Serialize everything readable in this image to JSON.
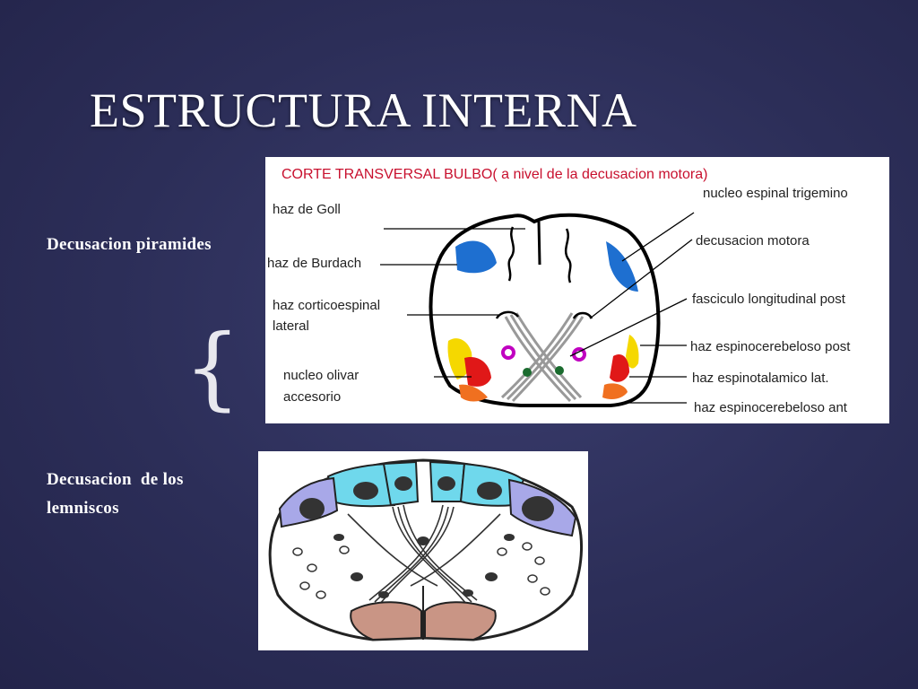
{
  "title": "ESTRUCTURA INTERNA",
  "section1_label": "Decusacion piramides",
  "section2_label_line1": "Decusacion  de los",
  "section2_label_line2": "lemniscos",
  "brace_glyph": "{",
  "diagram1": {
    "heading": "CORTE TRANSVERSAL BULBO( a nivel de la decusacion motora)",
    "left_labels": {
      "goll": "haz de Goll",
      "burdach": "haz de Burdach",
      "corticoespinal_1": "haz corticoespinal",
      "corticoespinal_2": "lateral",
      "olivar_1": "nucleo olivar",
      "olivar_2": "accesorio"
    },
    "right_labels": {
      "trigemino": "nucleo espinal trigemino",
      "decusacion": "decusacion motora",
      "fasciculo": "fasciculo longitudinal post",
      "espinocerebeloso_post": "haz espinocerebeloso post",
      "espinotalamico": "haz espinotalamico lat.",
      "espinocerebeloso_ant": "haz espinocerebeloso ant"
    },
    "colors": {
      "heading": "#c8102e",
      "blue": "#1e6fd0",
      "yellow": "#f5d800",
      "red": "#e01818",
      "orange": "#f07020",
      "magenta": "#c000c0",
      "green": "#1a6b2e"
    }
  },
  "diagram2": {
    "colors": {
      "cyan": "#6fd8ec",
      "lavender": "#a8a8e8",
      "brown": "#c99585"
    }
  }
}
